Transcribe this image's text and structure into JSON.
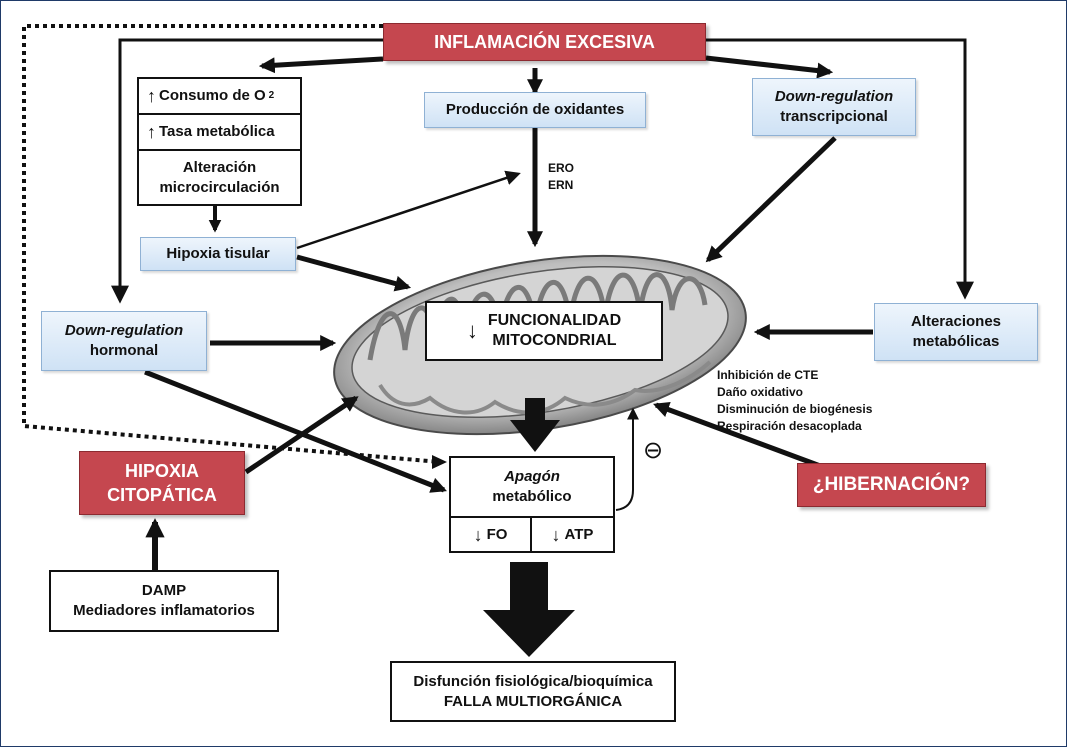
{
  "inflamacion": "INFLAMACIÓN EXCESIVA",
  "consumo": {
    "text": "Consumo de O",
    "sub": "2"
  },
  "tasa": "Tasa metabólica",
  "alteracion": [
    "Alteración",
    "microcirculación"
  ],
  "produccion": "Producción de oxidantes",
  "downreg_trans": {
    "italic": "Down-regulation",
    "line2": "transcripcional"
  },
  "ero_ern": [
    "ERO",
    "ERN"
  ],
  "hipoxia_tisular": "Hipoxia tisular",
  "downreg_hormonal": {
    "italic": "Down-regulation",
    "line2": "hormonal"
  },
  "funcionalidad": [
    "FUNCIONALIDAD",
    "MITOCONDRIAL"
  ],
  "alteraciones_met": [
    "Alteraciones",
    "metabólicas"
  ],
  "effects": [
    "Inhibición de CTE",
    "Daño oxidativo",
    "Disminución de biogénesis",
    "Respiración desacoplada"
  ],
  "hipoxia_citopatica": [
    "HIPOXIA",
    "CITOPÁTICA"
  ],
  "apagon": {
    "italic": "Apagón",
    "line2": "metabólico"
  },
  "fo": "FO",
  "atp": "ATP",
  "minus_symbol": "⊖",
  "hibernacion": "¿HIBERNACIÓN?",
  "damp": [
    "DAMP",
    "Mediadores inflamatorios"
  ],
  "disfuncion": [
    "Disfunción fisiológica/bioquímica",
    "FALLA MULTIORGÁNICA"
  ],
  "colors": {
    "red": "#c5474f",
    "blue_fill": "#d9e8f6",
    "blue_border": "#8fb1d4",
    "frame": "#1f3a68",
    "ink": "#111111"
  }
}
